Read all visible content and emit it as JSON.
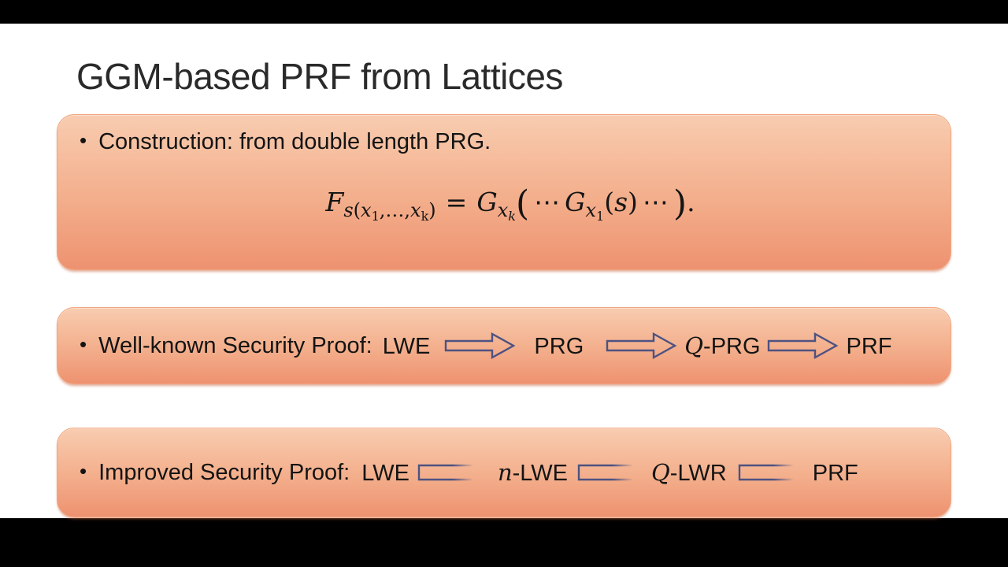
{
  "colors": {
    "letterbox": "#000000",
    "slide_bg": "#ffffff",
    "box_gradient_top": "#f8ccb0",
    "box_gradient_bottom": "#ee9270",
    "arrow_outline": "#4d5282",
    "title_text": "#2a2a2a",
    "body_text": "#141414"
  },
  "icons": {
    "block_arrow": "right-block-arrow-outline",
    "partial_arrow": "right-open-rectangle-fading"
  },
  "slide": {
    "title": "GGM-based PRF from Lattices",
    "bullet_char": "•",
    "construction": {
      "text": "Construction: from double length PRG.",
      "formula": {
        "F": "F",
        "fsub": {
          "s": "s",
          "open": "(",
          "x1": "x",
          "one": "1",
          "dots": ",…,",
          "x2": "x",
          "k": "k",
          "close": ")"
        },
        "equals": "=",
        "G1": "G",
        "g1x": "x",
        "g1k": "k",
        "lparen": "(",
        "cdots1": "⋯",
        "G2": "G",
        "g2x": "x",
        "g2one": "1",
        "sopen": "(",
        "s": "s",
        "sclose": ")",
        "cdots2": "⋯",
        "rparen": ")",
        "period": "."
      }
    },
    "wellknown": {
      "label": "Well-known Security Proof:",
      "chain": [
        {
          "math": "",
          "rest": "LWE"
        },
        {
          "math": "",
          "rest": "PRG"
        },
        {
          "math": "Q",
          "rest": "-PRG"
        },
        {
          "math": "",
          "rest": "PRF"
        }
      ]
    },
    "improved": {
      "label": "Improved Security Proof:",
      "chain": [
        {
          "math": "",
          "rest": "LWE"
        },
        {
          "math": "n",
          "rest": "-LWE"
        },
        {
          "math": "Q",
          "rest": "-LWR"
        },
        {
          "math": "",
          "rest": "PRF"
        }
      ]
    }
  }
}
